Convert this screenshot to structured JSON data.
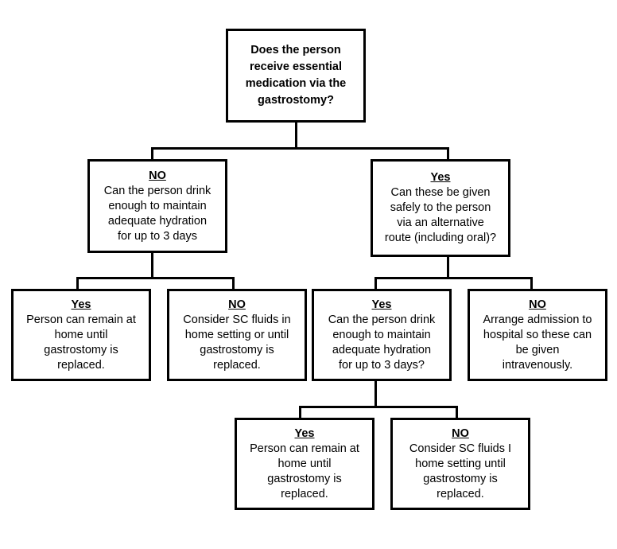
{
  "diagram": {
    "title": "Gastrostomy essential medication decision flowchart",
    "background_color": "#ffffff",
    "line_color": "#000000",
    "text_color": "#000000",
    "nodes": {
      "root": {
        "title": "",
        "body": "Does the person\nreceive essential\nmedication  via the\ngastrostomy?"
      },
      "no_branch": {
        "title": "NO",
        "body": "Can the person drink\nenough to maintain\nadequate hydration\nfor up to 3 days"
      },
      "yes_branch": {
        "title": "Yes",
        "body": "Can these be given\nsafely to the person\nvia an alternative\nroute (including oral)?"
      },
      "no_yes_outcome": {
        "title": "Yes",
        "body": "Person can remain at\nhome until\ngastrostomy is\nreplaced."
      },
      "no_no_outcome": {
        "title": "NO",
        "body": "Consider SC fluids in\nhome setting or until\ngastrostomy is\nreplaced."
      },
      "yes_yes_branch": {
        "title": "Yes",
        "body": "Can the person drink\nenough to maintain\nadequate hydration\nfor up to 3 days?"
      },
      "yes_no_outcome": {
        "title": "NO",
        "body": "Arrange admission to\nhospital so these can\nbe given\nintravenously."
      },
      "final_yes_outcome": {
        "title": "Yes",
        "body": "Person can remain at\nhome until\ngastrostomy is\nreplaced."
      },
      "final_no_outcome": {
        "title": "NO",
        "body": "Consider SC fluids I\nhome setting until\ngastrostomy is\nreplaced."
      }
    }
  }
}
